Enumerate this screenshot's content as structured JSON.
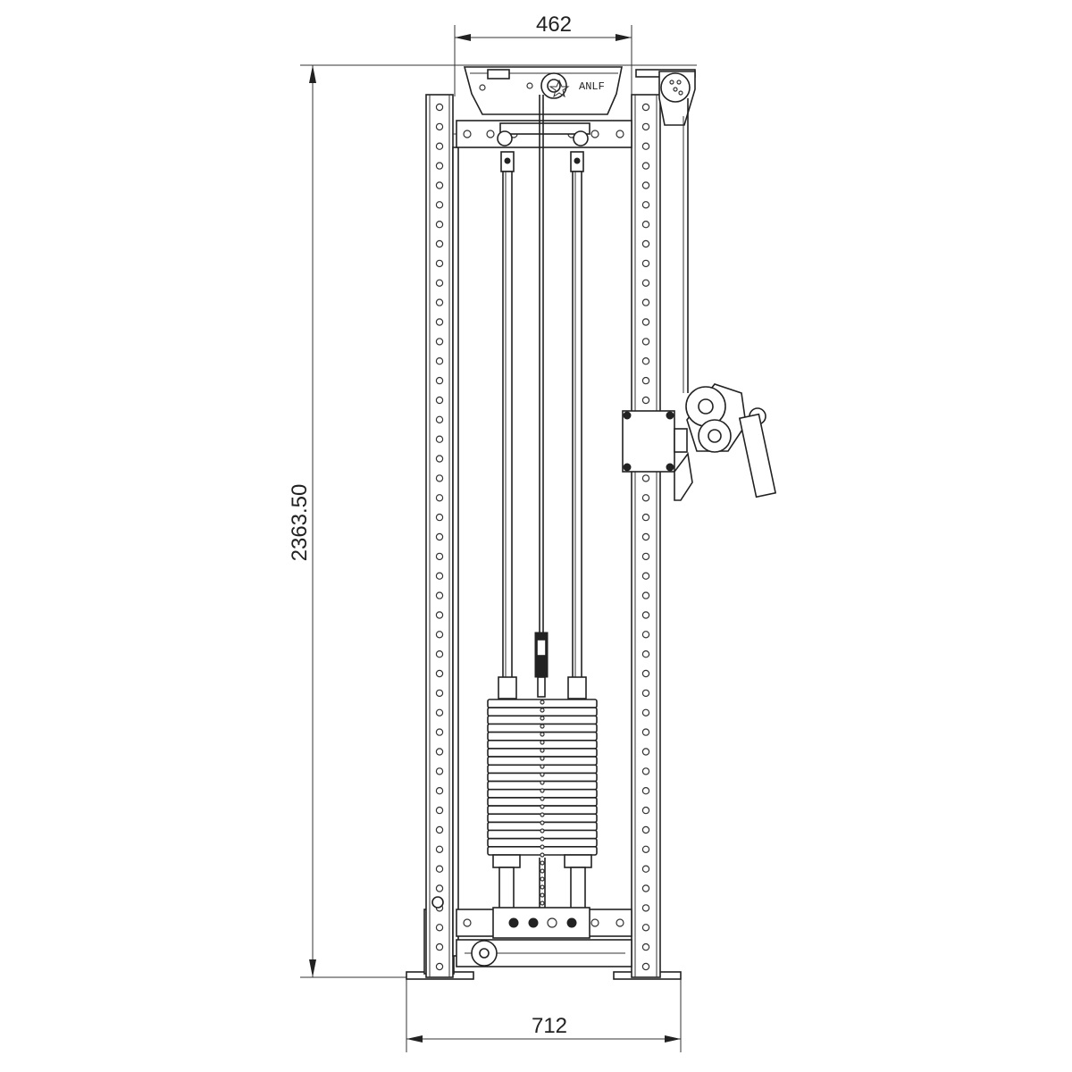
{
  "dimensions": {
    "top_width": "462",
    "height": "2363.50",
    "base_width": "712"
  },
  "colors": {
    "line": "#222222",
    "background": "#ffffff"
  },
  "drawing": {
    "type": "front-elevation technical drawing",
    "subject": "cable column with weight stack",
    "upright_hole_count": 45
  }
}
